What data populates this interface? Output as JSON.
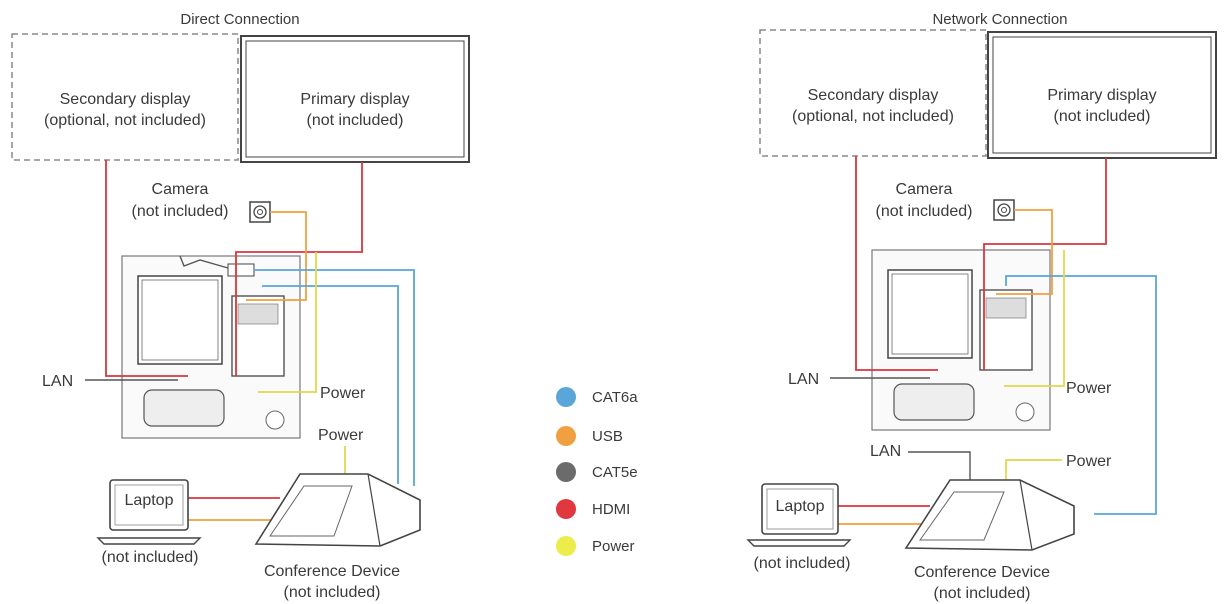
{
  "direct": {
    "title": "Direct Connection",
    "secondary_display": [
      "Secondary display",
      "(optional, not included)"
    ],
    "primary_display": [
      "Primary display",
      "(not included)"
    ],
    "camera": [
      "Camera",
      "(not included)"
    ],
    "lan": "LAN",
    "power_top": "Power",
    "power_bottom": "Power",
    "laptop": "Laptop",
    "laptop_note": "(not included)",
    "conference_device": [
      "Conference Device",
      "(not included)"
    ]
  },
  "network": {
    "title": "Network Connection",
    "secondary_display": [
      "Secondary display",
      "(optional, not included)"
    ],
    "primary_display": [
      "Primary display",
      "(not included)"
    ],
    "camera": [
      "Camera",
      "(not included)"
    ],
    "lan_top": "LAN",
    "lan_bottom": "LAN",
    "power_top": "Power",
    "power_bottom": "Power",
    "laptop": "Laptop",
    "laptop_note": "(not included)",
    "conference_device": [
      "Conference Device",
      "(not included)"
    ]
  },
  "legend": [
    {
      "label": "CAT6a",
      "color": "#5aa6d8"
    },
    {
      "label": "USB",
      "color": "#f0a040"
    },
    {
      "label": "CAT5e",
      "color": "#6b6b6b"
    },
    {
      "label": "HDMI",
      "color": "#e0383e"
    },
    {
      "label": "Power",
      "color": "#ecec4a"
    }
  ],
  "colors": {
    "cat6a": "#5aa6d8",
    "usb": "#f0a040",
    "cat5e": "#555555",
    "hdmi": "#d9363e",
    "power": "#e0d84a"
  }
}
